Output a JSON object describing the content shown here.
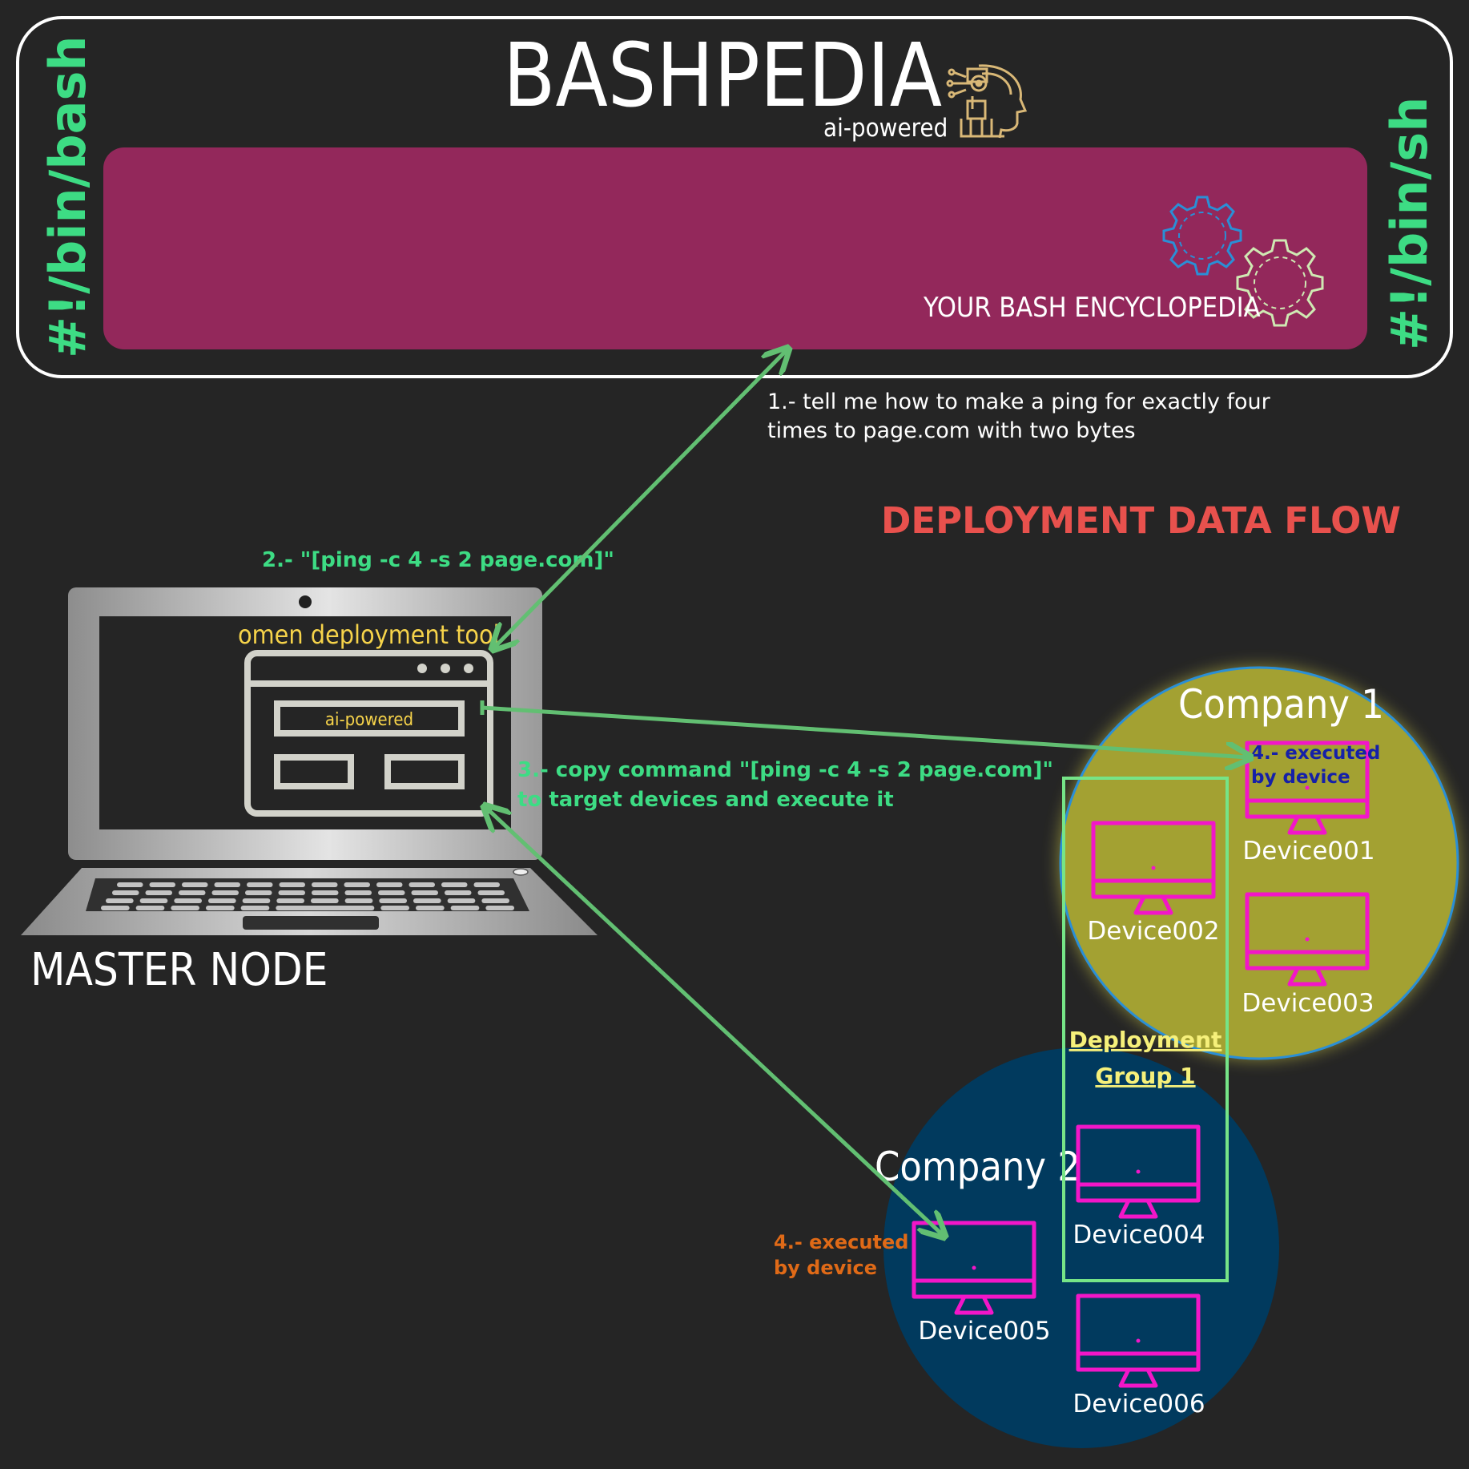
{
  "header": {
    "title": "BASHPEDIA",
    "subtitle": "ai-powered",
    "left_vertical": "#!/bin/bash",
    "right_vertical": "#!/bin/sh",
    "banner_text": "YOUR BASH ENCYCLOPEDIA",
    "logo_icon": "ai-robot-head-icon",
    "gears_icon": "gears-icon"
  },
  "flow": {
    "heading": "DEPLOYMENT DATA FLOW",
    "step1_line1": "1.- tell me how to make a ping for exactly four",
    "step1_line2": "times to page.com with two bytes",
    "step2": "2.- \"[ping -c 4 -s 2 page.com]\"",
    "step3_line1": "3.- copy command \"[ping -c 4 -s 2 page.com]\"",
    "step3_line2": "to target devices and execute it",
    "step4a_line1": "4.- executed",
    "step4a_line2": "by device",
    "step4b_line1": "4.- executed",
    "step4b_line2": "by device"
  },
  "master": {
    "tool_label": "omen deployment tool",
    "tool_badge": "ai-powered",
    "label": "MASTER NODE"
  },
  "companies": {
    "company1": "Company 1",
    "company2": "Company 2"
  },
  "group": {
    "line1": "Deployment",
    "line2": "Group 1"
  },
  "devices": [
    "Device001",
    "Device002",
    "Device003",
    "Device004",
    "Device005",
    "Device006"
  ],
  "colors": {
    "background": "#252525",
    "banner": "#93285b",
    "accent_green": "#3ddc84",
    "arrow_green": "#62bf72",
    "heading_red": "#e8514d",
    "company1_fill": "#a3a132",
    "company2_fill": "#013a5e",
    "device_magenta": "#f216c8",
    "orange": "#e06a17",
    "navy": "#1520a8",
    "yellow": "#f6f07a"
  }
}
